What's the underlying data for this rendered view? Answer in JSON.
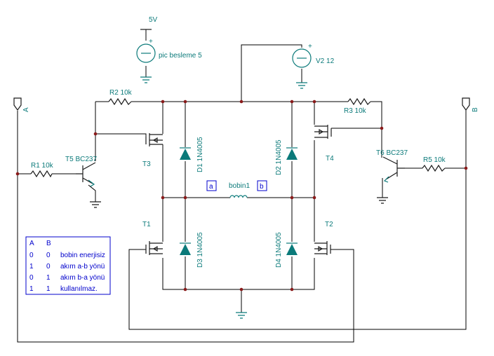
{
  "supplies": {
    "vcc_label": "5V",
    "pic_source_label": "pic besleme 5",
    "v2_label": "V2 12",
    "plus_sign": "+"
  },
  "inputs": {
    "a_label": "A",
    "b_label": "B"
  },
  "resistors": {
    "r1": "R1 10k",
    "r2": "R2 10k",
    "r3": "R3 10k",
    "r5": "R5 10k"
  },
  "transistors": {
    "t5": "T5 BC237",
    "t6": "T6 BC237",
    "t1": "T1",
    "t2": "T2",
    "t3": "T3",
    "t4": "T4"
  },
  "diodes": {
    "d1": "D1 1N4005",
    "d2": "D2 1N4005",
    "d3": "D3 1N4005",
    "d4": "D4 1N4005"
  },
  "coil": {
    "name": "bobin1",
    "node_a": "a",
    "node_b": "b"
  },
  "truth_table": {
    "headers": [
      "A",
      "B"
    ],
    "rows": [
      [
        "0",
        "0",
        "bobin enerjisiz"
      ],
      [
        "1",
        "0",
        "akım a-b yönü"
      ],
      [
        "0",
        "1",
        "akım b-a yönü"
      ],
      [
        "1",
        "1",
        "kullanılmaz."
      ]
    ]
  }
}
